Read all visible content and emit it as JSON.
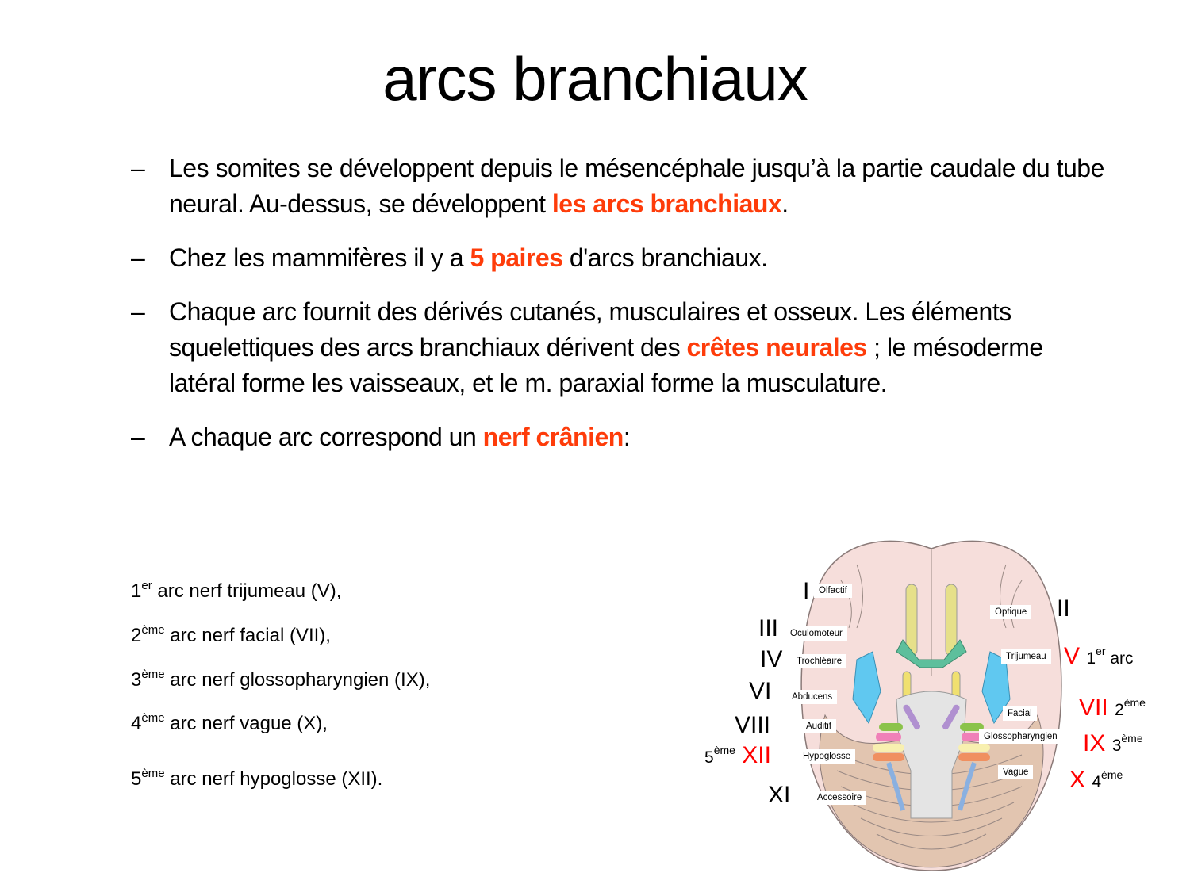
{
  "title": "arcs branchiaux",
  "bullets": [
    {
      "dash": "–",
      "parts": [
        "Les somites se développent depuis le mésencéphale jusqu’à la partie caudale du tube neural. Au-dessus, se développent ",
        "les arcs branchiaux",
        "."
      ]
    },
    {
      "dash": "–",
      "parts": [
        "Chez les mammifères il y a ",
        "5 paires",
        " d'arcs branchiaux."
      ]
    },
    {
      "dash": "–",
      "parts": [
        "Chaque arc fournit des dérivés cutanés, musculaires et osseux. Les éléments squelettiques des arcs branchiaux dérivent des ",
        "crêtes neurales",
        " ; le mésoderme latéral forme les vaisseaux, et le m. paraxial forme la musculature."
      ]
    },
    {
      "dash": "–",
      "parts": [
        "A chaque arc correspond un ",
        "nerf crânien",
        ":"
      ]
    }
  ],
  "arcs": [
    {
      "num": "1",
      "sup": "er",
      "text": " arc nerf trijumeau (V),"
    },
    {
      "num": "2",
      "sup": "ème",
      "text": " arc nerf facial (VII),"
    },
    {
      "num": "3",
      "sup": "ème",
      "text": " arc nerf glossopharyngien (IX),"
    },
    {
      "num": "4",
      "sup": "ème",
      "text": " arc nerf vague (X),"
    },
    {
      "num": "5",
      "sup": "ème",
      "text": " arc nerf hypoglosse (XII)."
    }
  ],
  "diagram": {
    "labels_left": [
      "Olfactif",
      "Oculomoteur",
      "Trochléaire",
      "Abducens",
      "Auditif",
      "Hypoglosse",
      "Accessoire"
    ],
    "labels_right": [
      "Optique",
      "Trijumeau",
      "Facial",
      "Glossopharyngien",
      "Vague"
    ],
    "roman_left": [
      "I",
      "III",
      "IV",
      "VI",
      "VIII",
      "XII",
      "XI"
    ],
    "roman_right": [
      "II",
      "V",
      "VII",
      "IX",
      "X"
    ],
    "arc_tags": {
      "v": {
        "num": "1",
        "sup": "er",
        "text": " arc"
      },
      "vii": {
        "num": "2",
        "sup": "ème"
      },
      "ix": {
        "num": "3",
        "sup": "ème"
      },
      "x": {
        "num": "4",
        "sup": "ème"
      },
      "xii": {
        "num": "5",
        "sup": "ème"
      }
    },
    "colors": {
      "highlight": "#fe3c0a",
      "roman_red": "#ff0000"
    }
  }
}
